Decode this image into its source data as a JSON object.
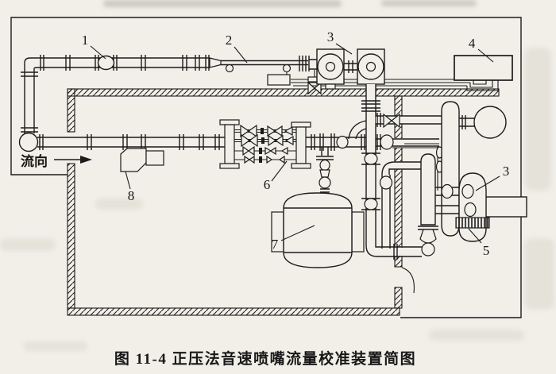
{
  "figure": {
    "caption": "图 11-4  正压法音速喷嘴流量校准装置简图",
    "flow_label": "流向",
    "callouts": [
      {
        "label": "1"
      },
      {
        "label": "2"
      },
      {
        "label": "3"
      },
      {
        "label": "4"
      },
      {
        "label": "3"
      },
      {
        "label": "5"
      },
      {
        "label": "6"
      },
      {
        "label": "7"
      },
      {
        "label": "8"
      }
    ],
    "colors": {
      "paper": "#f1efe8",
      "ink": "#1c1c1c"
    }
  }
}
